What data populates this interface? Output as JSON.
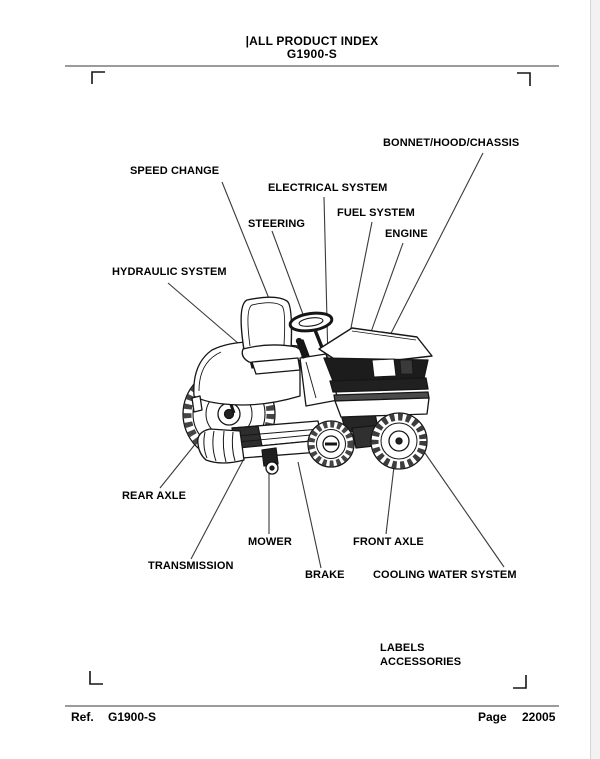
{
  "page": {
    "header": {
      "title": "|ALL PRODUCT INDEX",
      "model": "G1900-S"
    },
    "footer": {
      "ref_label": "Ref.",
      "ref_value": "G1900-S",
      "page_label": "Page",
      "page_number": "22005"
    },
    "colors": {
      "rule_gray": "#9b9b9b",
      "text_black": "#000000",
      "leader_line": "#3a3a3a",
      "page_edge_strip": "#f2f2f2"
    }
  },
  "diagram": {
    "illustration": "lawn-tractor-line-drawing",
    "callouts": [
      {
        "label": "SPEED CHANGE"
      },
      {
        "label": "ELECTRICAL SYSTEM"
      },
      {
        "label": "STEERING"
      },
      {
        "label": "FUEL SYSTEM"
      },
      {
        "label": "ENGINE"
      },
      {
        "label": "BONNET/HOOD/CHASSIS"
      },
      {
        "label": "HYDRAULIC SYSTEM"
      },
      {
        "label": "REAR AXLE"
      },
      {
        "label": "TRANSMISSION"
      },
      {
        "label": "MOWER"
      },
      {
        "label": "BRAKE"
      },
      {
        "label": "FRONT AXLE"
      },
      {
        "label": "COOLING WATER SYSTEM"
      },
      {
        "label": "LABELS"
      },
      {
        "label": "ACCESSORIES"
      }
    ]
  }
}
